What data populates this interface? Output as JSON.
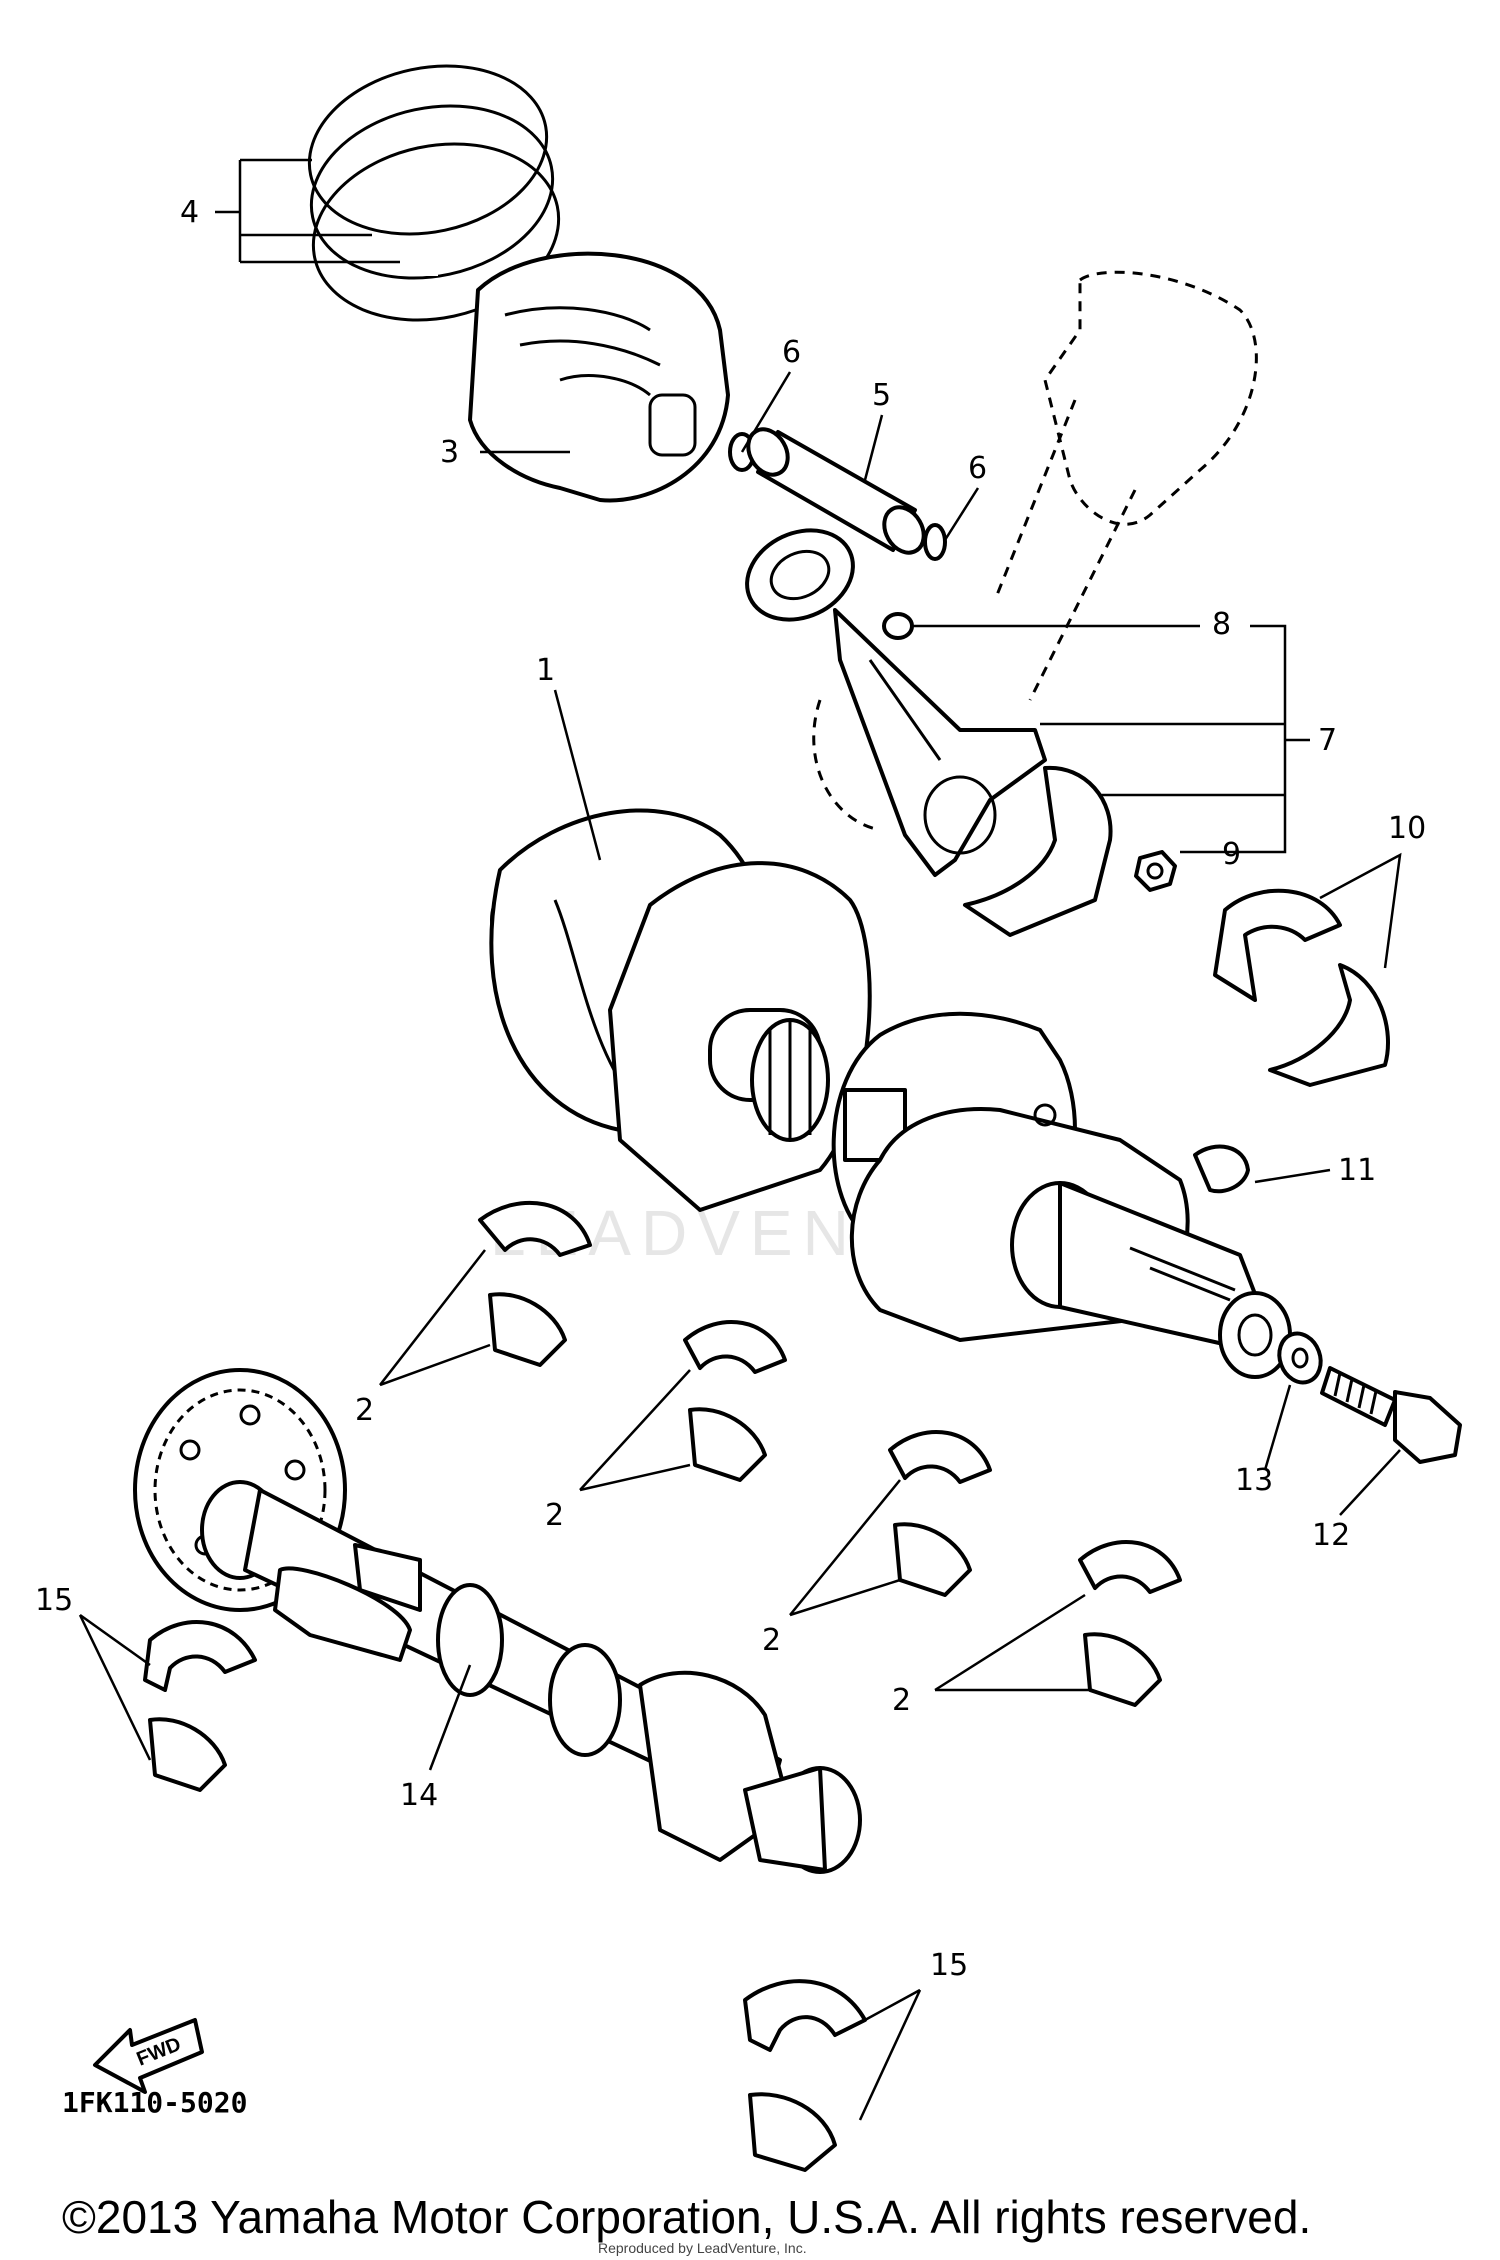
{
  "watermark": "LEADVENTURE",
  "callouts": {
    "c1": "1",
    "c2a": "2",
    "c2b": "2",
    "c2c": "2",
    "c2d": "2",
    "c3": "3",
    "c4": "4",
    "c5": "5",
    "c6a": "6",
    "c6b": "6",
    "c7": "7",
    "c8": "8",
    "c9": "9",
    "c10": "10",
    "c11": "11",
    "c12": "12",
    "c13": "13",
    "c14": "14",
    "c15a": "15",
    "c15b": "15"
  },
  "fwd_label": "FWD",
  "diagram_code": "1FK110-5020",
  "copyright": "©2013 Yamaha Motor Corporation, U.S.A. All rights reserved.",
  "reproduced_by": "Reproduced by LeadVenture, Inc."
}
